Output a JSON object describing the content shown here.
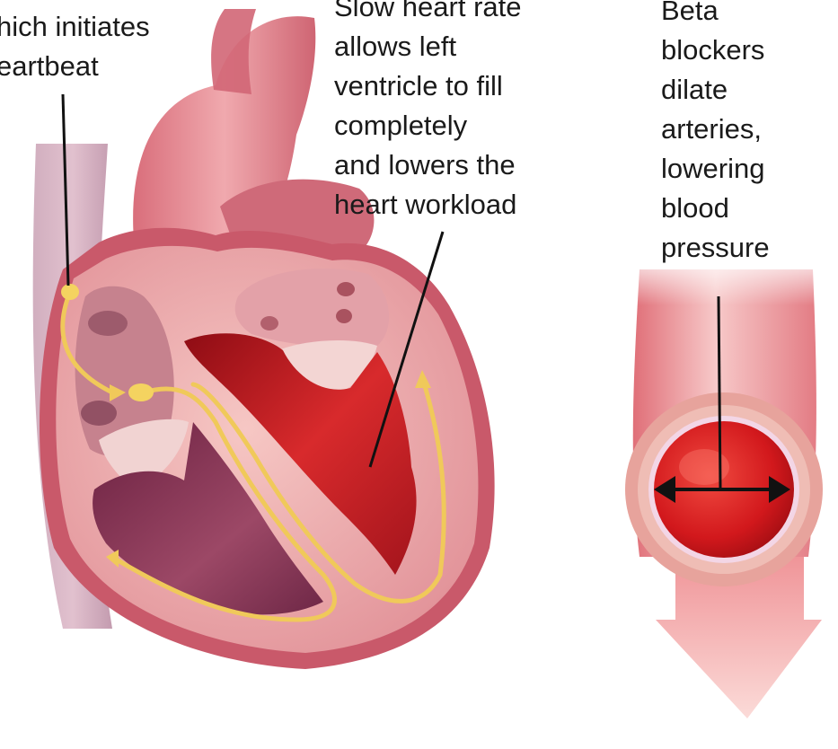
{
  "labels": {
    "sa_node": [
      "hich initiates",
      "eartbeat"
    ],
    "heart_rate": [
      "Slow heart rate",
      "allows left",
      "ventricle to fill",
      "completely",
      "and lowers the",
      "heart workload"
    ],
    "arteries": [
      "Beta",
      "blockers",
      "dilate",
      "arteries,",
      "lowering",
      "blood",
      "pressure"
    ]
  },
  "colors": {
    "heart_tissue": "#e79a9e",
    "heart_outer": "#c85a68",
    "oxygenated_blood": "#c4141c",
    "deoxygenated_blood": "#7a2a46",
    "conduction_path": "#f0c95a",
    "leader_line": "#111111",
    "artery": "#e88288"
  }
}
